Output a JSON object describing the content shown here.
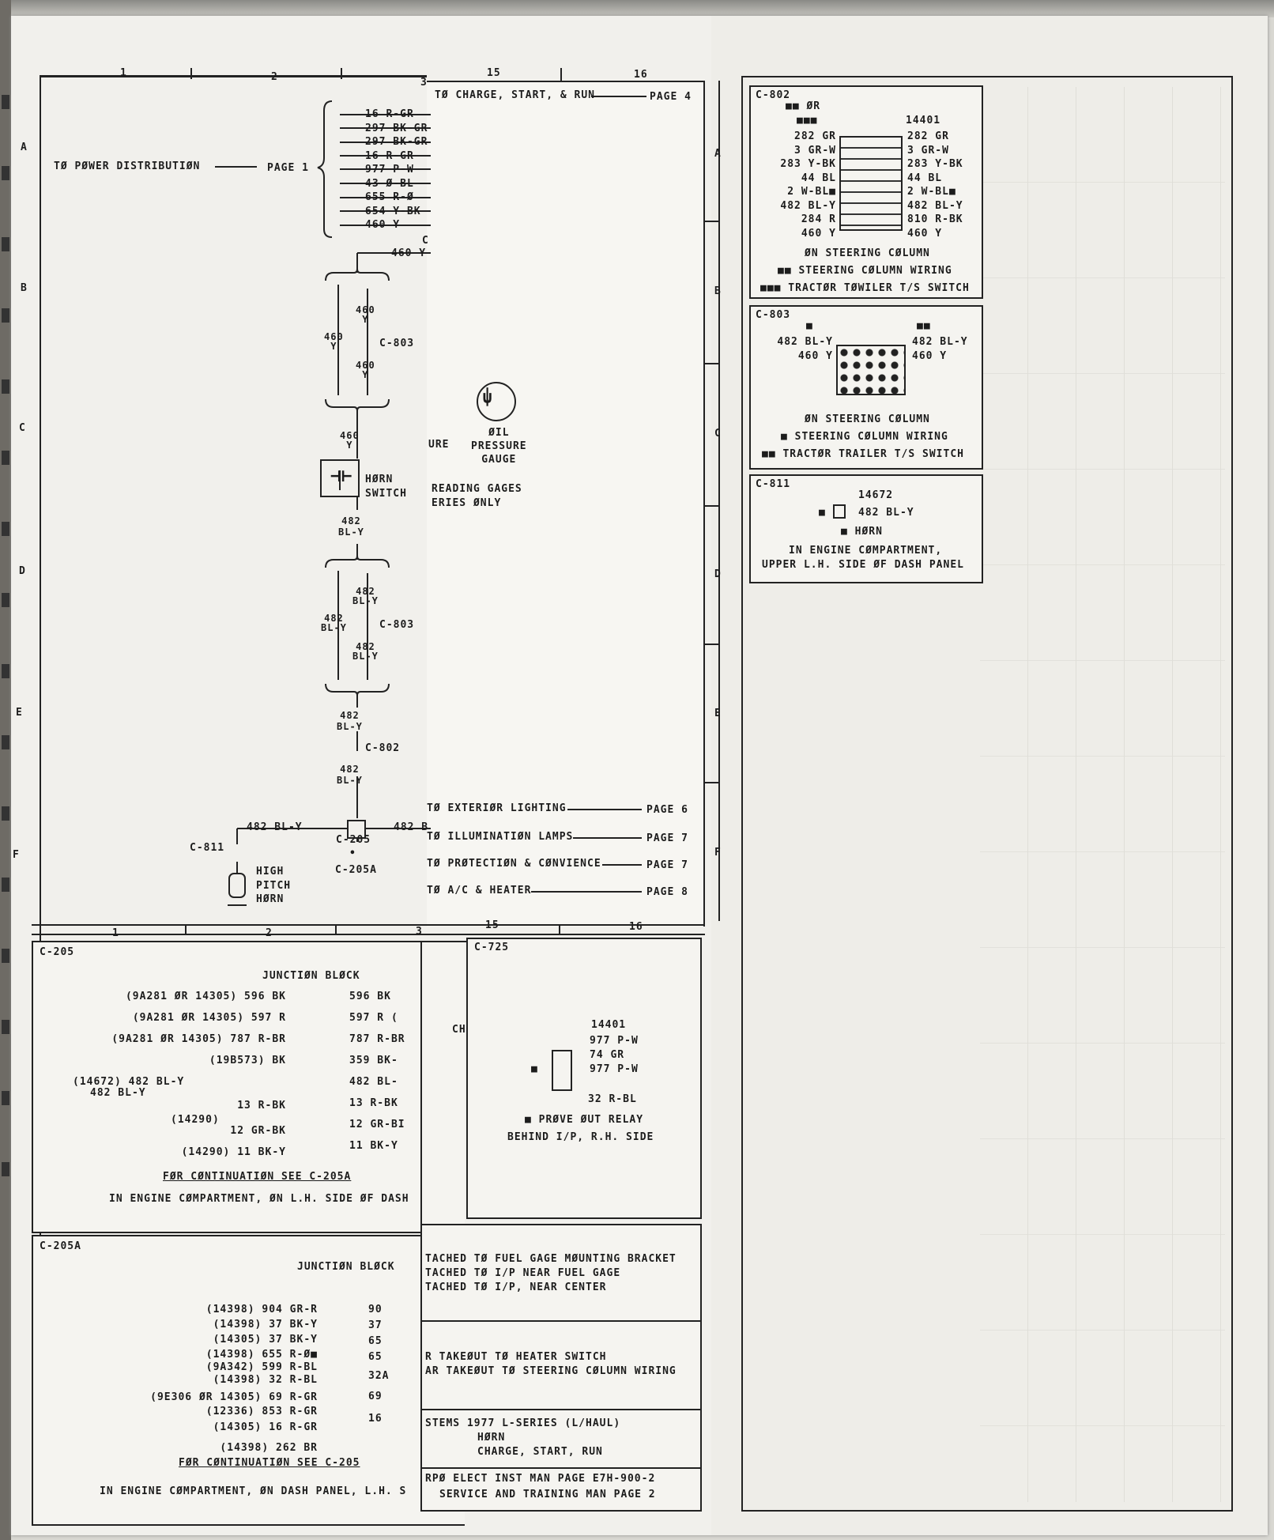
{
  "left_sheet": {
    "columns": [
      "1",
      "2",
      "3"
    ],
    "rows": [
      "A",
      "B",
      "C",
      "D",
      "E",
      "F"
    ],
    "power_distribution": {
      "label": "TØ PØWER DISTRIBUTIØN",
      "page": "PAGE 1"
    },
    "bus_wires": [
      "16 R-GR",
      "297 BK-GR",
      "297 BK-GR",
      "16 R-GR",
      "977 P-W",
      "43 Ø-BL",
      "655 R-Ø",
      "654 Y-BK",
      "460 Y"
    ],
    "feed": "460 Y",
    "conn_803_upper": {
      "w1": "460\nY",
      "w2": "460\nY",
      "w3": "460\nY",
      "name": "C-803"
    },
    "w460y": "460\nY",
    "horn_switch": "HØRN\nSWITCH",
    "conn_803_lower": {
      "w1": "482\nBL-Y",
      "w2": "482\nBL-Y",
      "w3": "482\nBL-Y",
      "name": "C-803"
    },
    "w482_a": "482\nBL-Y",
    "c802": "C-802",
    "w482_b": "482\nBL-Y",
    "splice": {
      "left": "482 BL-Y",
      "right": "482 B",
      "name": "C-205",
      "name2": "C-205A",
      "star": "•"
    },
    "c811": "C-811",
    "horn": "HIGH\nPITCH\nHØRN"
  },
  "mid_sheet": {
    "columns": [
      "15",
      "16"
    ],
    "charge": {
      "label": "TØ CHARGE, START, & RUN",
      "page": "PAGE 4"
    },
    "gauge": "ØIL\nPRESSURE\nGAUGE",
    "gauge_left": "URE",
    "gauge_note": "READING GAGES\nERIES ØNLY",
    "letter_c": "C",
    "outputs": [
      {
        "label": "TØ EXTERIØR LIGHTING",
        "page": "PAGE 6"
      },
      {
        "label": "TØ ILLUMINATIØN LAMPS",
        "page": "PAGE 7"
      },
      {
        "label": "TØ PRØTECTIØN & CØNVIENCE",
        "page": "PAGE 7"
      },
      {
        "label": "TØ A/C & HEATER",
        "page": "PAGE 8"
      }
    ]
  },
  "right_rows": [
    "A",
    "B",
    "C",
    "D",
    "E",
    "F"
  ],
  "c802_box": {
    "title": "C-802",
    "mark1": "■■ ØR",
    "mark2": "■■■",
    "part": "14401",
    "left": [
      "282 GR",
      "3 GR-W",
      "283 Y-BK",
      "44 BL",
      "2 W-BL■",
      "482 BL-Y",
      "284 R",
      "460 Y"
    ],
    "right": [
      "282 GR",
      "3 GR-W",
      "283 Y-BK",
      "44 BL",
      "2 W-BL■",
      "482 BL-Y",
      "810 R-BK",
      "460 Y"
    ],
    "notes": [
      "ØN STEERING CØLUMN",
      "■■ STEERING CØLUMN WIRING",
      "■■■ TRACTØR TØWILER T/S SWITCH"
    ]
  },
  "c803_box": {
    "title": "C-803",
    "mark1": "■",
    "mark2": "■■",
    "left": [
      "482 BL-Y",
      "460 Y"
    ],
    "right": [
      "482 BL-Y",
      "460 Y"
    ],
    "notes": [
      "ØN STEERING CØLUMN",
      "■ STEERING CØLUMN WIRING",
      "■■ TRACTØR TRAILER T/S SWITCH"
    ]
  },
  "c811_box": {
    "title": "C-811",
    "part": "14672",
    "wire": "482 BL-Y",
    "star": "■",
    "note1": "■ HØRN",
    "note2": "IN ENGINE CØMPARTMENT,",
    "note3": "UPPER L.H. SIDE ØF DASH PANEL"
  },
  "bottom_columns": [
    "1",
    "2",
    "3",
    "15",
    "16"
  ],
  "c205": {
    "title": "C-205",
    "heading": "JUNCTIØN BLØCK",
    "left": [
      "(9A281 ØR 14305) 596 BK",
      "(9A281 ØR 14305) 597 R",
      "(9A281 ØR 14305) 787 R-BR",
      "(19B573) BK",
      "(14672) 482 BL-Y",
      "482 BL-Y",
      "13 R-BK",
      "(14290)",
      "12 GR-BK",
      "(14290) 11 BK-Y"
    ],
    "right": [
      "596 BK",
      "597 R (",
      "787 R-BR",
      "359 BK-",
      "482 BL-",
      "13 R-BK",
      "12 GR-BI",
      "11 BK-Y"
    ],
    "cont": "FØR CØNTINUATIØN SEE C-205A",
    "loc": "IN ENGINE CØMPARTMENT, ØN L.H. SIDE ØF DASH",
    "edge": "CH"
  },
  "c205a": {
    "title": "C-205A",
    "heading": "JUNCTIØN BLØCK",
    "left": [
      "(14398) 904 GR-R",
      "(14398) 37 BK-Y",
      "(14305) 37 BK-Y",
      "(14398) 655 R-Ø■",
      "(9A342) 599 R-BL",
      "(14398) 32 R-BL",
      "(9E306 ØR 14305) 69 R-GR",
      "(12336) 853 R-GR",
      "(14305) 16 R-GR",
      "(14398) 262 BR"
    ],
    "right": [
      "90",
      "37",
      "65",
      "65",
      "32A",
      "69",
      "16"
    ],
    "cont": "FØR CØNTINUATIØN SEE C-205",
    "loc": "IN ENGINE CØMPARTMENT, ØN DASH PANEL, L.H. S"
  },
  "c725": {
    "title": "C-725",
    "part": "14401",
    "star": "■",
    "wires": [
      "977 P-W",
      "74 GR",
      "977 P-W",
      "32 R-BL"
    ],
    "note1": "■ PRØVE ØUT RELAY",
    "note2": "BEHIND I/P, R.H. SIDE"
  },
  "notes_mid": [
    "TACHED TØ FUEL GAGE MØUNTING BRACKET",
    "TACHED TØ I/P NEAR FUEL GAGE",
    "TACHED TØ I/P, NEAR CENTER"
  ],
  "notes_takeout": [
    "R TAKEØUT TØ HEATER SWITCH",
    "AR TAKEØUT TØ STEERING CØLUMN WIRING"
  ],
  "title_block": {
    "line1": "STEMS 1977 L-SERIES (L/HAUL)",
    "line2": "HØRN",
    "line3": "CHARGE, START, RUN",
    "line4": "RPØ ELECT INST MAN PAGE E7H-900-2",
    "line5": "SERVICE AND TRAINING MAN PAGE 2"
  }
}
